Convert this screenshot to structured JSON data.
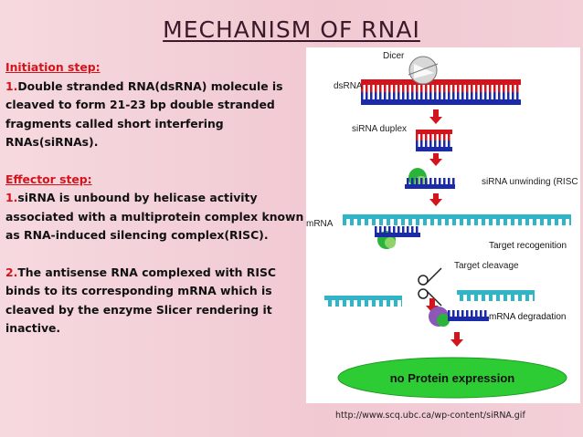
{
  "title": "MECHANISM OF RNAI",
  "initiation": {
    "heading": "Initiation step:",
    "num": "1.",
    "text": "Double stranded RNA(dsRNA) molecule is cleaved to form 21-23 bp double stranded fragments called short interfering RNAs(siRNAs)."
  },
  "effector": {
    "heading": "Effector step:",
    "p1_num": "1.",
    "p1_text": "siRNA is unbound by helicase activity associated with a multiprotein complex known as RNA-induced silencing complex(RISC).",
    "p2_num": "2.",
    "p2_text": "The antisense RNA complexed with RISC binds to its corresponding mRNA which is cleaved by the enzyme Slicer rendering it inactive."
  },
  "diagram": {
    "dicer": "Dicer",
    "dsrna": "dsRNA",
    "sirna_duplex": "siRNA duplex",
    "unwinding": "siRNA unwinding (RISC activation)",
    "mrna": "mRNA",
    "target_recognition": "Target recogenition",
    "target_cleavage": "Target cleavage",
    "mrna_degradation": "mRNA degradation",
    "no_protein": "no Protein expression"
  },
  "credit": "http://www.scq.ubc.ca/wp-content/siRNA.gif",
  "colors": {
    "red": "#d4141c",
    "blue": "#1a2aa8",
    "cyan": "#2fb4c8",
    "green": "#2ab53a"
  }
}
